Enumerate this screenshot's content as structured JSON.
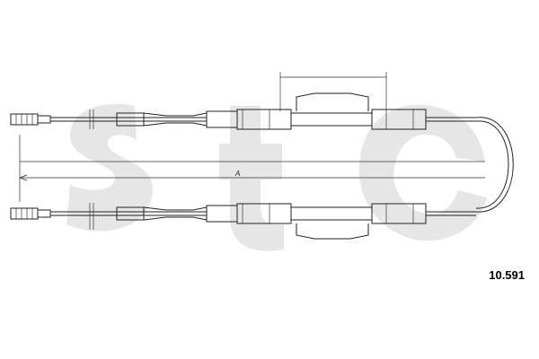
{
  "drawing": {
    "dimension_label": "A",
    "part_number": "10.591",
    "watermark": "stc",
    "watermark_color": "#e6e6e6",
    "line_color": "#222222"
  }
}
